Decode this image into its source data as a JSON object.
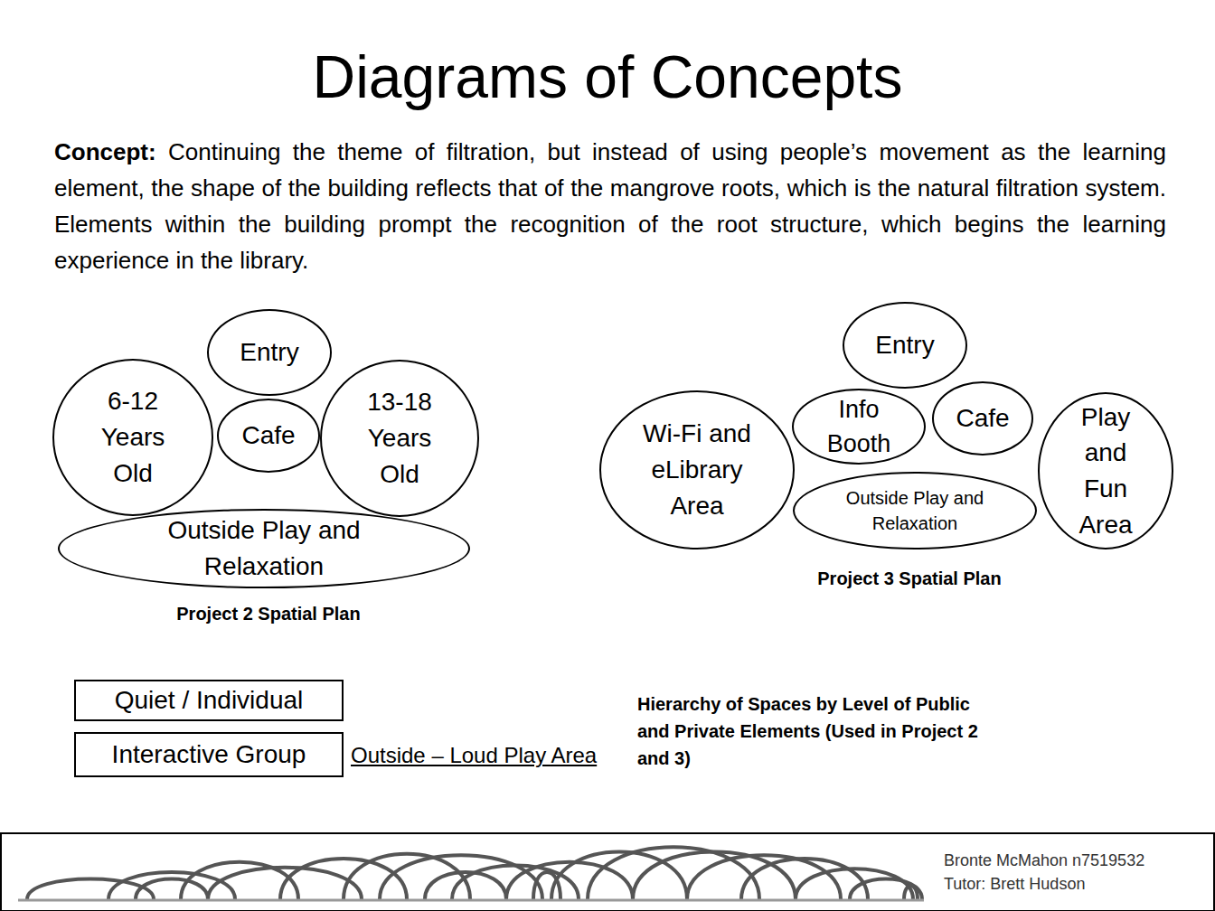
{
  "diagram": {
    "title": "Diagrams of Concepts",
    "nodes": [
      {
        "text": [
          "Entry"
        ]
      },
      {
        "text": [
          "6-12 Years Old"
        ]
      },
      {
        "text": [
          "Cafe"
        ]
      },
      {
        "text": [
          "13-18 Years Old"
        ]
      },
      {
        "text": [
          "Outside Play and Relaxation"
        ]
      },
      {
        "text": [
          "Entry"
        ]
      },
      {
        "text": [
          "Wi-Fi and eLibrary Area"
        ]
      },
      {
        "text": [
          "Info Booth"
        ]
      },
      {
        "text": [
          "Cafe"
        ]
      },
      {
        "text": [
          "Play and Fun Area"
        ]
      },
      {
        "text": [
          "Outside Play and Relaxation"
        ]
      },
      {
        "text": [
          "Quiet / Individual"
        ]
      },
      {
        "text": [
          "Interactive Group"
        ]
      }
    ],
    "labels": [
      "Concept:",
      "Continuing the theme of filtration, but instead of using people’s movement as the learning element, the shape of the building reflects that of the mangrove roots, which is the natural filtration system. Elements within the building prompt the recognition of the root structure, which begins the learning experience in the library.",
      "Project 2 Spatial Plan",
      "Project 3 Spatial Plan",
      "Outside – Loud Play Area",
      "Hierarchy of Spaces by Level of Public and Private Elements (Used in Project 2 and 3)",
      "Bronte McMahon n7519532",
      "Tutor: Brett Hudson"
    ]
  }
}
